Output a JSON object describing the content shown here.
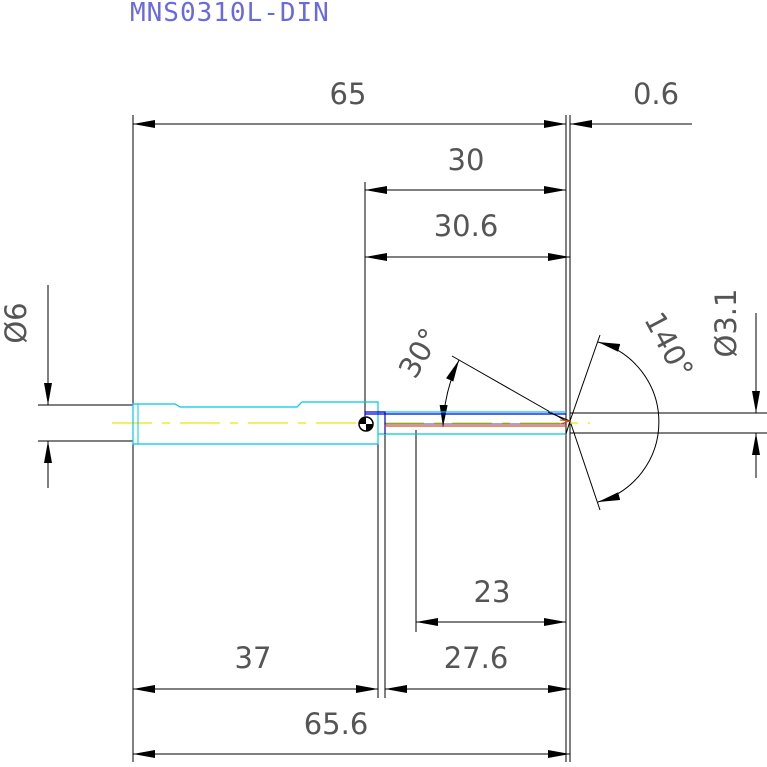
{
  "title": "MNS0310L-DIN",
  "colors": {
    "title": "#6a6ae0",
    "dimension": "#000000",
    "dim_text": "#555555",
    "shank": "#00c8e8",
    "flute": "#0000d0",
    "core": "#e05000",
    "centerline": "#e8e800"
  },
  "dimensions": {
    "overall_length": "65",
    "overall_length_total": "65.6",
    "tip_length": "0.6",
    "flute_length": "30",
    "flute_length_total": "30.6",
    "shank_length": "37",
    "body_length": "27.6",
    "cutting_length": "23",
    "shank_diameter": "Ø6",
    "drill_diameter": "Ø3.1",
    "helix_angle": "30°",
    "point_angle": "140°"
  }
}
